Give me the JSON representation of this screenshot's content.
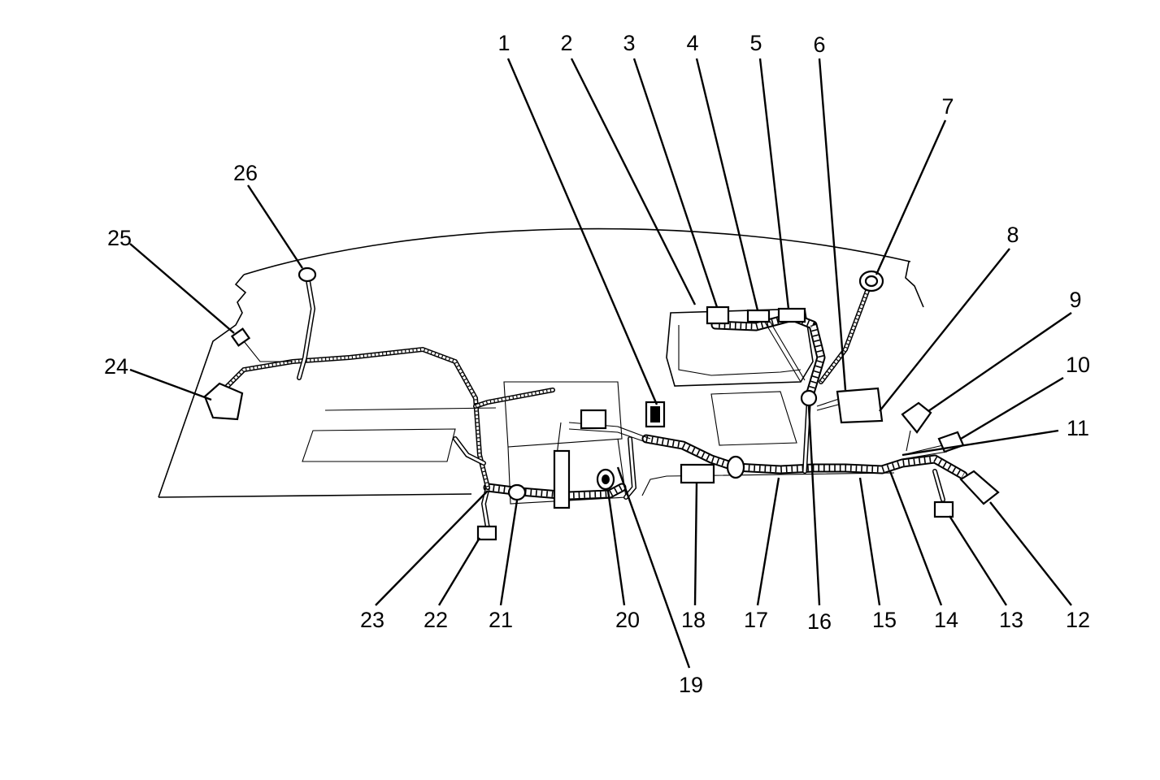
{
  "figure": {
    "callouts": [
      "1",
      "2",
      "3",
      "4",
      "5",
      "6",
      "7",
      "8",
      "9",
      "10",
      "11",
      "12",
      "13",
      "14",
      "15",
      "16",
      "17",
      "18",
      "19",
      "20",
      "21",
      "22",
      "23",
      "24",
      "25",
      "26"
    ]
  },
  "colors": {
    "ink": "#000000",
    "paper": "#ffffff"
  }
}
